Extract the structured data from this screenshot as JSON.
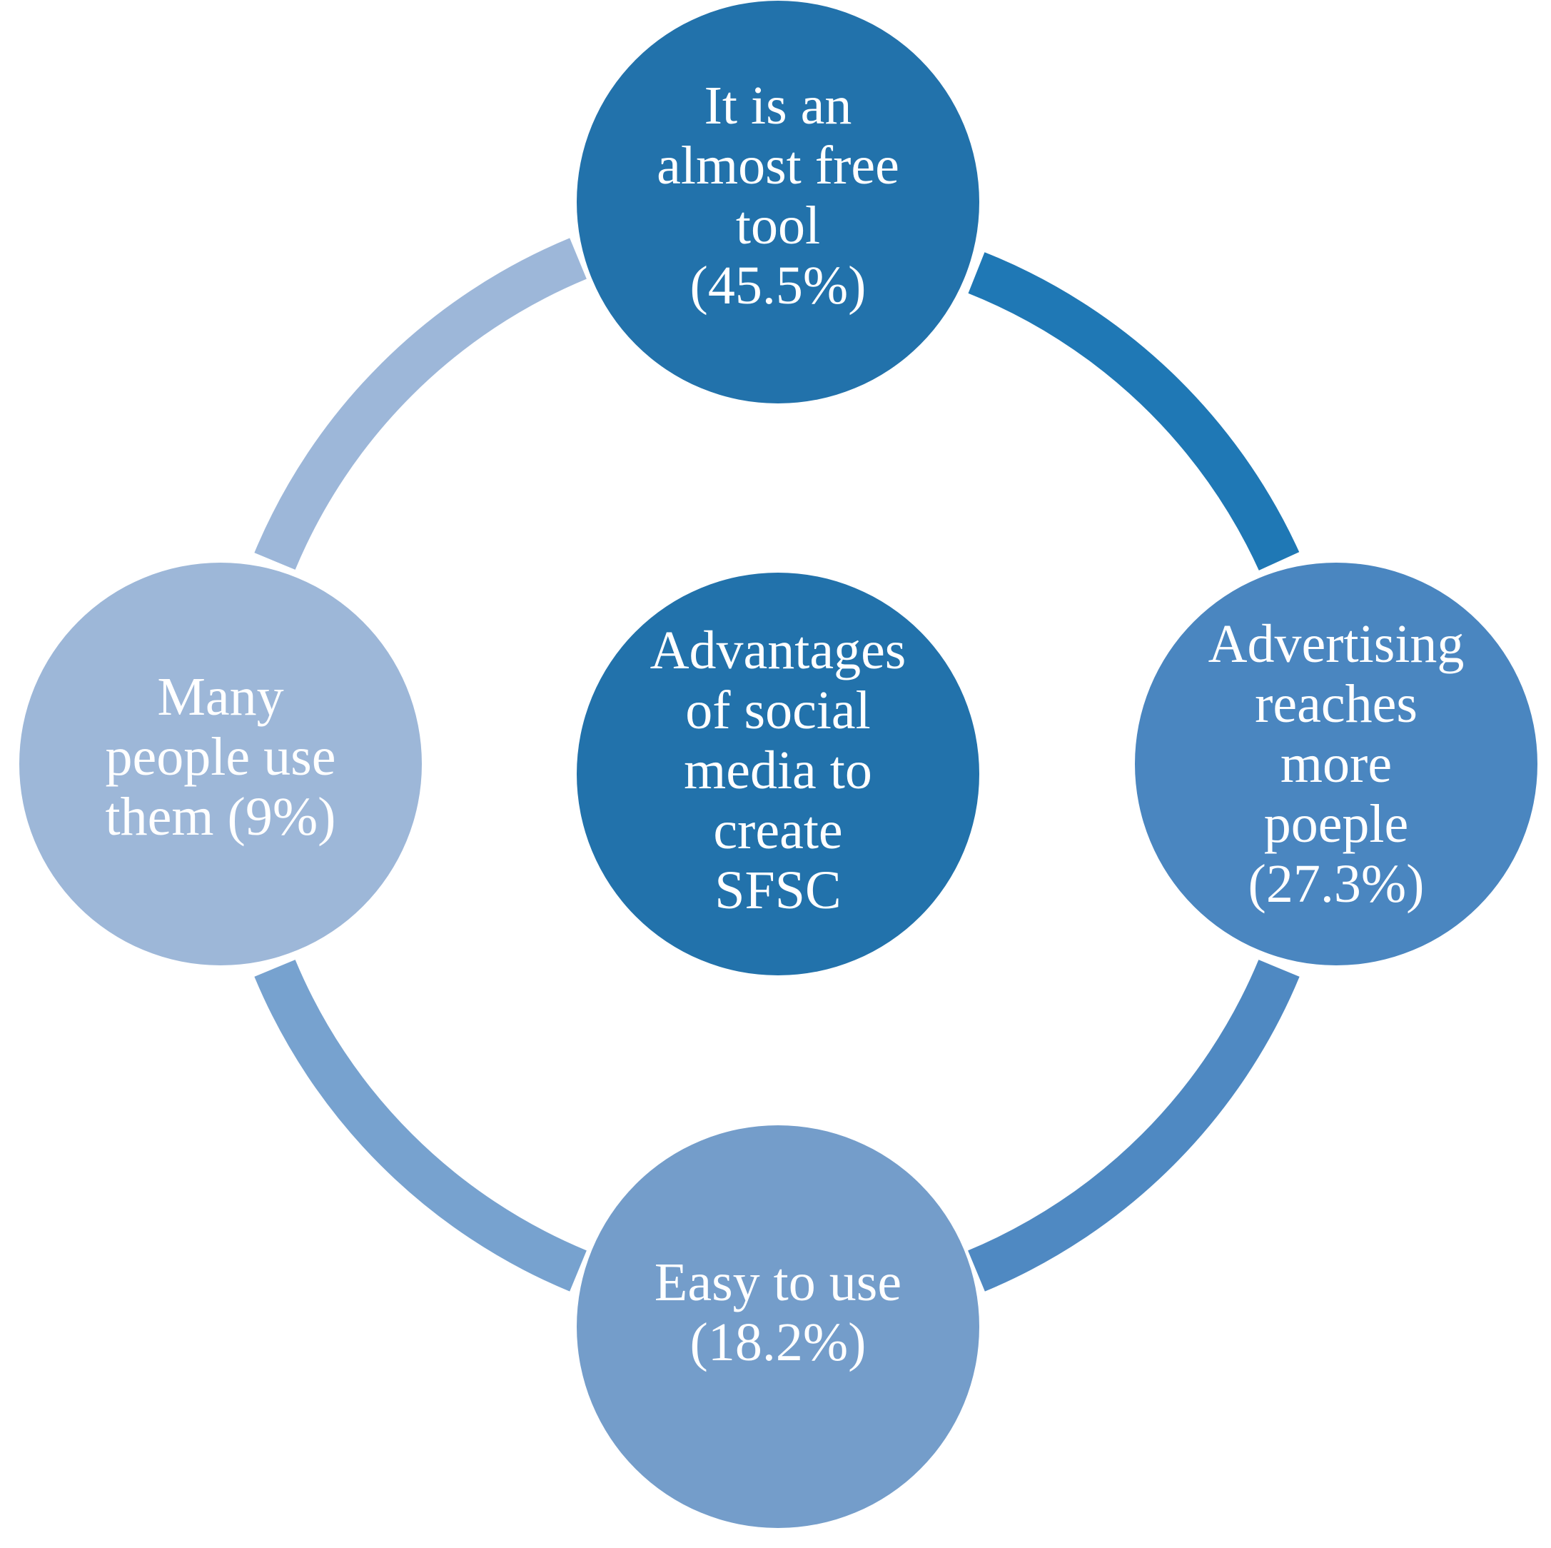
{
  "center": {
    "label": "Advantages\nof social\nmedia to\ncreate\nSFSC"
  },
  "nodes": {
    "top": {
      "label": "It is an\nalmost free\ntool\n(45.5%)"
    },
    "right": {
      "label": "Advertising\nreaches\nmore\npoeple\n(27.3%)"
    },
    "bottom": {
      "label": "Easy to use\n(18.2%)"
    },
    "left": {
      "label": "Many\npeople use\nthem (9%)"
    }
  },
  "colors": {
    "center": "#2272ab",
    "top": "#2272ab",
    "right": "#4a86c0",
    "bottom": "#749dca",
    "left": "#9db7d8",
    "arc_top_right": "#1f78b5",
    "arc_right_bottom": "#4f89c2",
    "arc_bottom_left": "#77a2cf",
    "arc_left_top": "#9db7d9"
  }
}
